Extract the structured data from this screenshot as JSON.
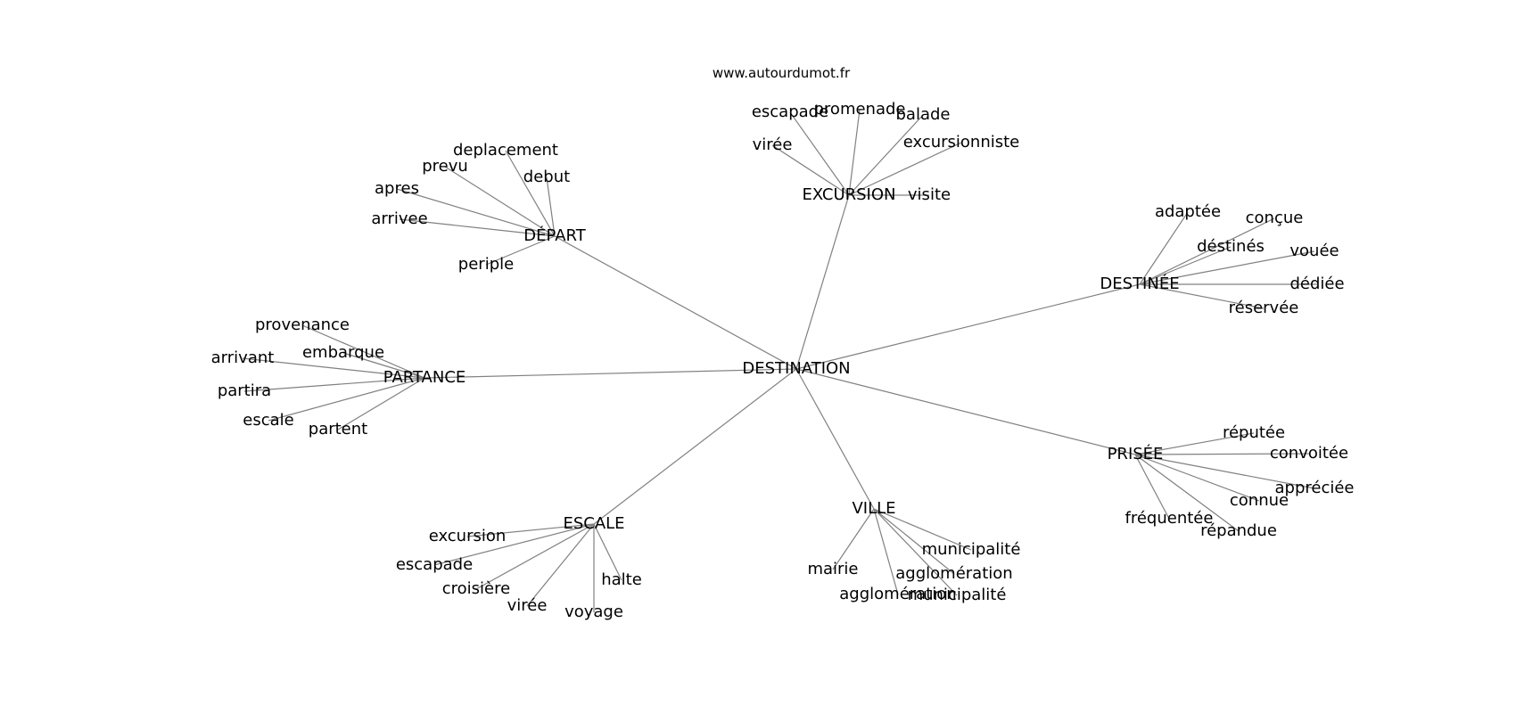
{
  "source": "www.autourdumot.fr",
  "root": "DESTINATION",
  "edge_color": "#808080",
  "clusters": [
    {
      "label": "EXCURSION",
      "words": [
        "escapade",
        "promenade",
        "balade",
        "virée",
        "excursionniste",
        "visite"
      ]
    },
    {
      "label": "DÉPART",
      "words": [
        "deplacement",
        "prevu",
        "debut",
        "apres",
        "arrivee",
        "periple"
      ]
    },
    {
      "label": "DESTINÉE",
      "words": [
        "adaptée",
        "conçue",
        "déstinés",
        "vouée",
        "dédiée",
        "réservée"
      ]
    },
    {
      "label": "PARTANCE",
      "words": [
        "provenance",
        "embarque",
        "arrivant",
        "partira",
        "escale",
        "partent"
      ]
    },
    {
      "label": "PRISÉE",
      "words": [
        "réputée",
        "convoitée",
        "appréciée",
        "connue",
        "fréquentée",
        "répandue"
      ]
    },
    {
      "label": "VILLE",
      "words": [
        "municipalité",
        "mairie",
        "agglomération",
        "agglomération",
        "municipalité"
      ]
    },
    {
      "label": "ESCALE",
      "words": [
        "excursion",
        "escapade",
        "croisière",
        "virée",
        "halte",
        "voyage"
      ]
    }
  ]
}
